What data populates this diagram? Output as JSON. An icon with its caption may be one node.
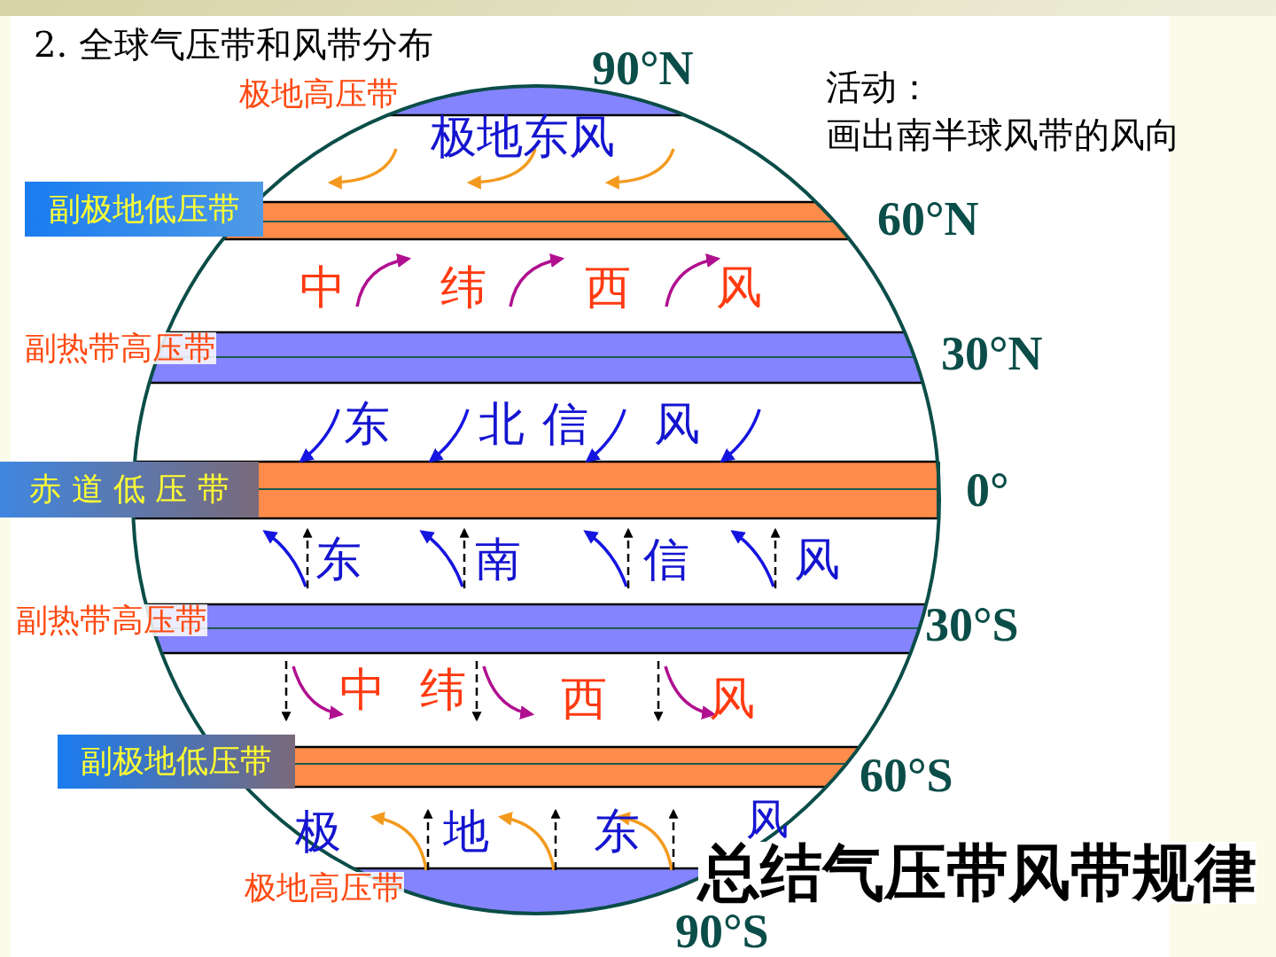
{
  "diagram": {
    "title": "2. 全球气压带和风带分布",
    "nodes": [
      {
        "text": [
          "副极地低压带"
        ]
      },
      {
        "text": [
          "赤 道 低 压 带"
        ]
      },
      {
        "text": [
          "副极地低压带"
        ]
      }
    ],
    "labels": [
      "90°N",
      "活动：",
      "画出南半球风带的风向",
      "极地高压带",
      "极地东风",
      "60°N",
      "中",
      "纬",
      "西",
      "风",
      "副热带高压带",
      "30°N",
      "东",
      "北",
      "信",
      "风",
      "0°",
      "东",
      "南",
      "信",
      "风",
      "副热带高压带",
      "30°S",
      "中",
      "纬",
      "西",
      "风",
      "60°S",
      "极",
      "地",
      "东",
      "风",
      "总结气压带风带规律",
      "极地高压带",
      "90°S"
    ]
  }
}
